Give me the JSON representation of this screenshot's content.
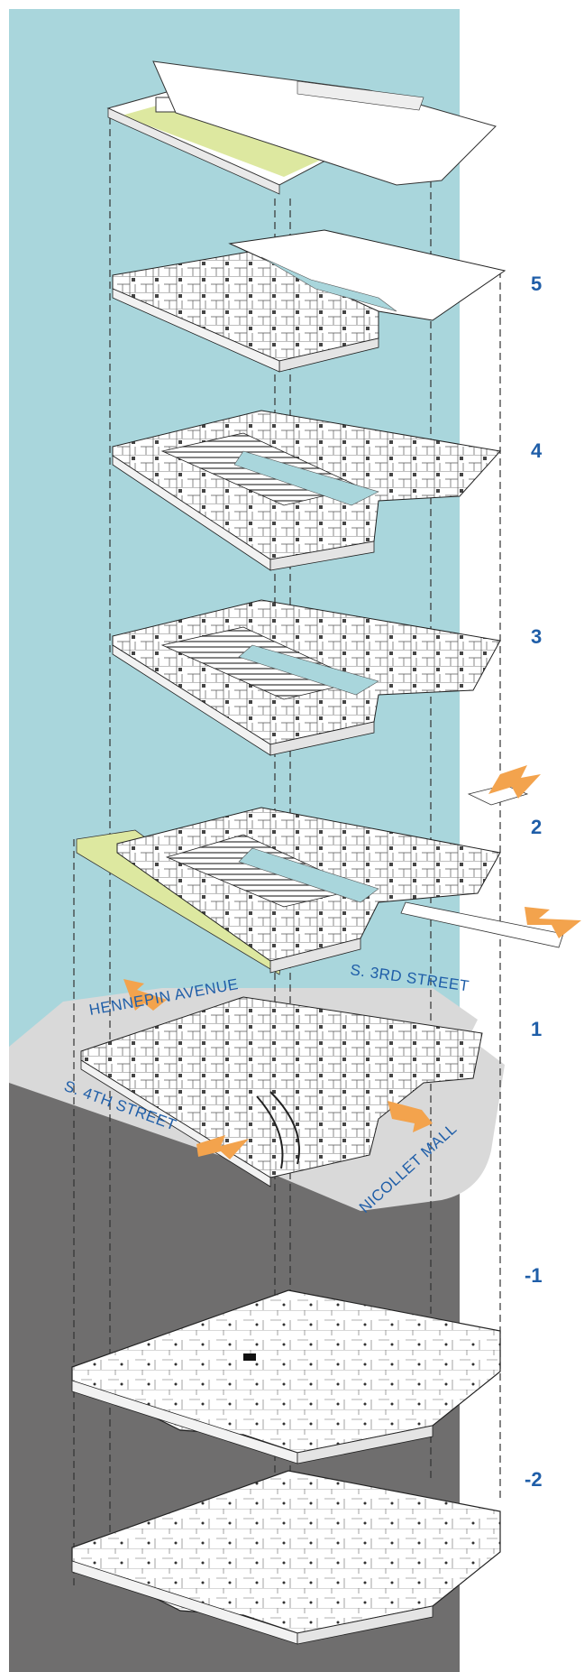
{
  "diagram": {
    "levels": [
      {
        "label": "5"
      },
      {
        "label": "4"
      },
      {
        "label": "3"
      },
      {
        "label": "2"
      },
      {
        "label": "1"
      },
      {
        "label": "-1"
      },
      {
        "label": "-2"
      }
    ],
    "streets": {
      "hennepin": "HENNEPIN AVENUE",
      "third": "S. 3RD STREET",
      "fourth": "S. 4TH STREET",
      "nicollet": "NICOLLET MALL"
    },
    "colors": {
      "sky": "#a9d6dc",
      "ground": "#6f6e6e",
      "street_plane": "#d9d9d9",
      "green_roof": "#dde8a0",
      "arrow": "#f3a34d",
      "label": "#1f5ea8"
    }
  }
}
